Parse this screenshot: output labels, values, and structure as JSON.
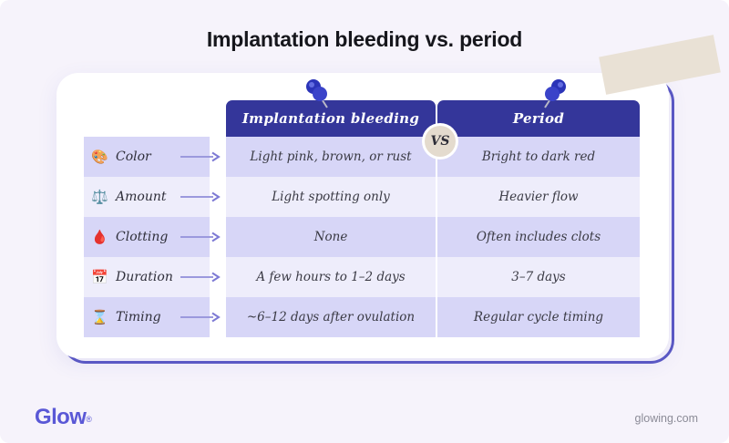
{
  "page": {
    "title": "Implantation bleeding vs. period",
    "background_color": "#f6f3fb",
    "accent_color": "#34369a",
    "outline_color": "#5a58c4",
    "tape_color": "#e8e0d4"
  },
  "table": {
    "vs_badge": "VS",
    "columns": [
      {
        "label": "Implantation bleeding"
      },
      {
        "label": "Period"
      }
    ],
    "rows": [
      {
        "icon": "palette-icon",
        "emoji": "🎨",
        "label": "Color",
        "implantation_bleeding": "Light pink, brown, or rust",
        "period": "Bright to dark red"
      },
      {
        "icon": "balance-scale-icon",
        "emoji": "⚖️",
        "label": "Amount",
        "implantation_bleeding": "Light spotting only",
        "period": "Heavier flow"
      },
      {
        "icon": "blood-drop-icon",
        "emoji": "🩸",
        "label": "Clotting",
        "implantation_bleeding": "None",
        "period": "Often includes clots"
      },
      {
        "icon": "calendar-icon",
        "emoji": "📅",
        "label": "Duration",
        "implantation_bleeding": "A few hours to 1–2 days",
        "period": "3–7 days"
      },
      {
        "icon": "hourglass-icon",
        "emoji": "⌛",
        "label": "Timing",
        "implantation_bleeding": "~6–12 days after ovulation",
        "period": "Regular cycle timing"
      }
    ]
  },
  "decorations": {
    "pin_left": "pushpin-icon",
    "pin_right": "pushpin-icon",
    "tape": "tape-strip"
  },
  "footer": {
    "logo_text": "Glow",
    "logo_mark": "®",
    "website": "glowing.com"
  }
}
